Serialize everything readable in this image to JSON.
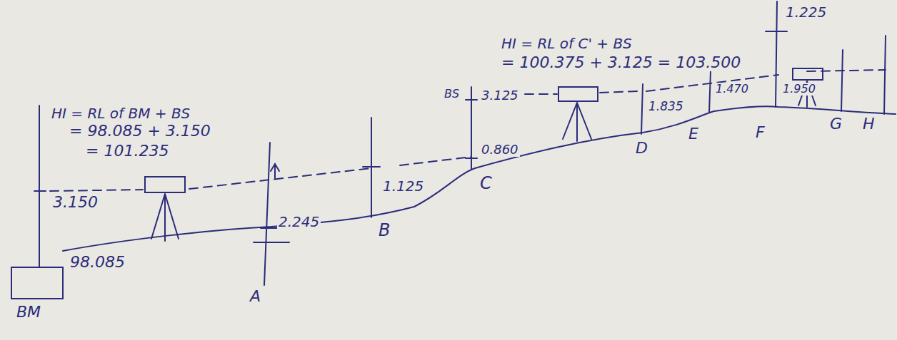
{
  "diagram": {
    "nodes": [
      {
        "text": [
          "BM"
        ]
      }
    ],
    "labels": [
      "HI = RL of BM + BS",
      "= 98.085 + 3.150",
      "= 101.235",
      "3.150",
      "98.085",
      "A",
      "2.245",
      "B",
      "1.125",
      "C",
      "BS",
      "3.125",
      "0.860",
      "HI = RL of C' + BS",
      "= 100.375 + 3.125 = 103.500",
      "1.225",
      "1.835",
      "1.470",
      "1.950",
      "D",
      "E",
      "F",
      "G",
      "H"
    ]
  }
}
